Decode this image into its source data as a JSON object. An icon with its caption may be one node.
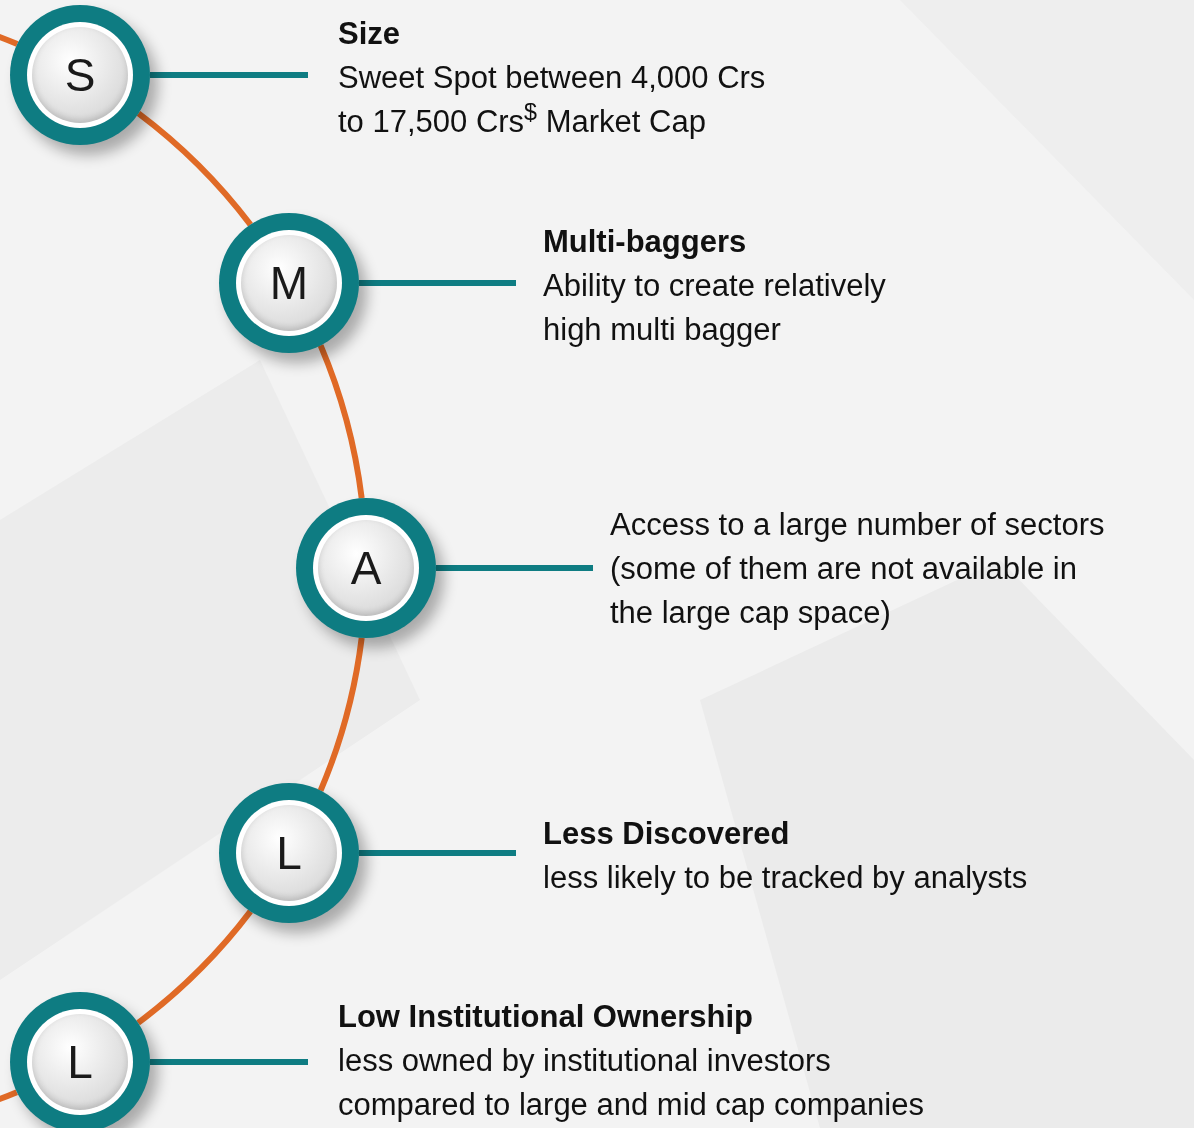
{
  "diagram": {
    "nodes": [
      {
        "text": [
          "S"
        ]
      },
      {
        "text": [
          "M"
        ]
      },
      {
        "text": [
          "A"
        ]
      },
      {
        "text": [
          "L"
        ]
      },
      {
        "text": [
          "L"
        ]
      },
      {
        "text": [
          "Size",
          "Sweet Spot between 4,000 Crs to 17,500 Crs$^{$}$ Market Cap"
        ]
      },
      {
        "text": [
          "Multi-baggers",
          "Ability to create relatively high multi bagger"
        ]
      },
      {
        "text": [
          "Access to a large number of sectors (some of them are not available in the large cap space)"
        ]
      },
      {
        "text": [
          "Less Discovered",
          "less likely to be tracked by analysts"
        ]
      },
      {
        "text": [
          "Low Institutional Ownership",
          "less owned by institutional investors compared to large and mid cap companies"
        ]
      }
    ],
    "edges": [
      {
        "from": null,
        "to": 0,
        "arrow": "none"
      },
      {
        "from": 0,
        "to": 1,
        "arrow": "none"
      },
      {
        "from": 1,
        "to": 2,
        "arrow": "none"
      },
      {
        "from": 2,
        "to": 3,
        "arrow": "none"
      },
      {
        "from": 3,
        "to": 4,
        "arrow": "none"
      },
      {
        "from": 4,
        "to": null,
        "arrow": "none"
      },
      {
        "from": 0,
        "to": 5,
        "arrow": "none",
        "color": "#0e7c82"
      },
      {
        "from": 1,
        "to": 6,
        "arrow": "none",
        "color": "#0e7c82"
      },
      {
        "from": 2,
        "to": 7,
        "arrow": "none",
        "color": "#0e7c82"
      },
      {
        "from": 3,
        "to": 8,
        "arrow": "none",
        "color": "#0e7c82"
      },
      {
        "from": 4,
        "to": 9,
        "arrow": "none",
        "color": "#0e7c82"
      }
    ]
  }
}
